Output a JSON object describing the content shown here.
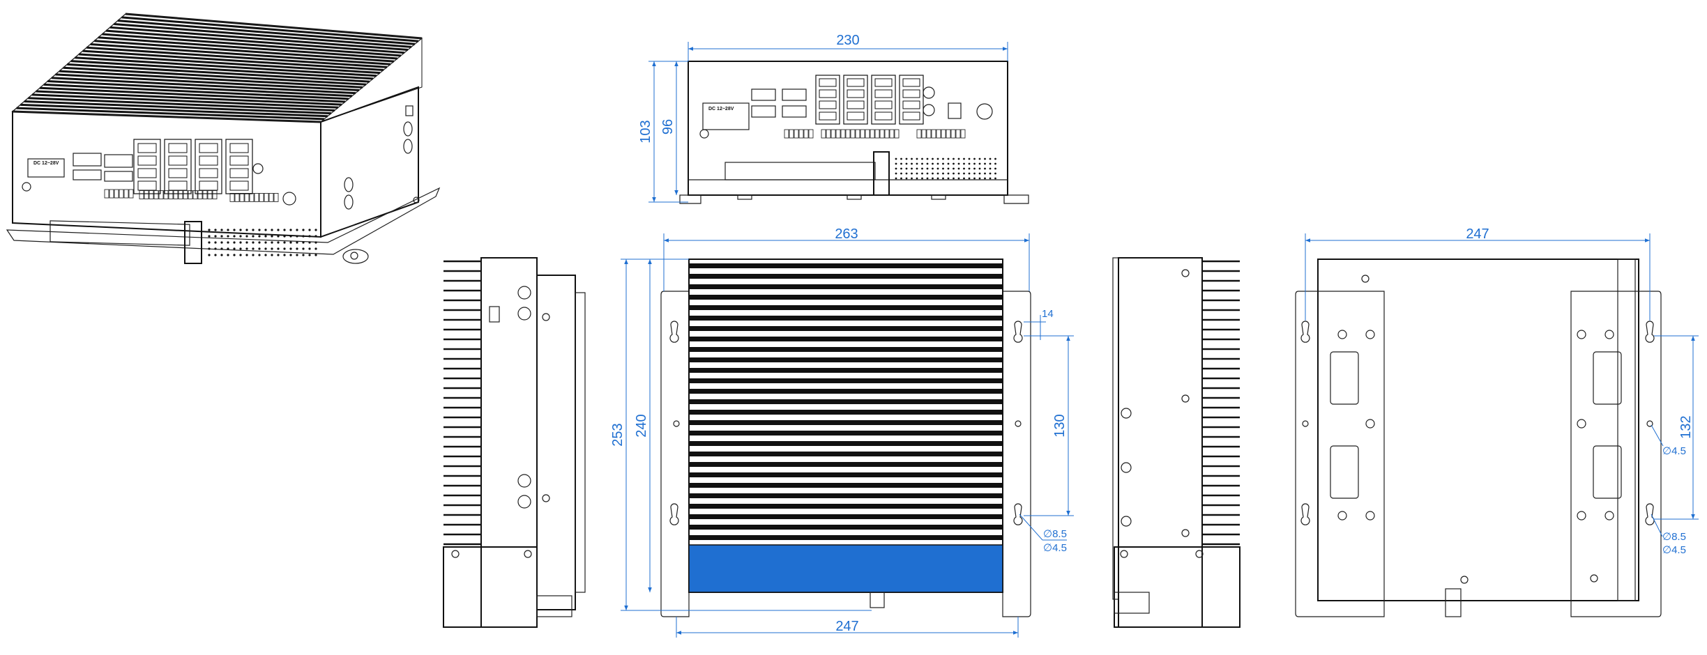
{
  "colors": {
    "dimension": "#1f6fd1",
    "line": "#1f1f1f",
    "highlight": "#1f6fd1"
  },
  "views": {
    "iso": {
      "name": "isometric-view",
      "power_label": "DC 12~28V"
    },
    "front": {
      "name": "front-view",
      "width_label": "230",
      "height_outer_label": "103",
      "height_inner_label": "96",
      "power_label": "DC 12~28V"
    },
    "top": {
      "name": "top-view",
      "width_top_label": "263",
      "width_bottom_label": "247",
      "height_outer_label": "253",
      "height_inner_label": "240",
      "hole_spacing_label": "130",
      "slot_offset_label": "14",
      "slot_dia_label": "∅8.5",
      "hole_dia_label": "∅4.5"
    },
    "bottom": {
      "name": "bottom-view",
      "width_label": "247",
      "hole_spacing_label": "132",
      "hole_dia_label_mid": "∅4.5",
      "slot_dia_label": "∅8.5",
      "hole_dia_label_low": "∅4.5"
    }
  }
}
